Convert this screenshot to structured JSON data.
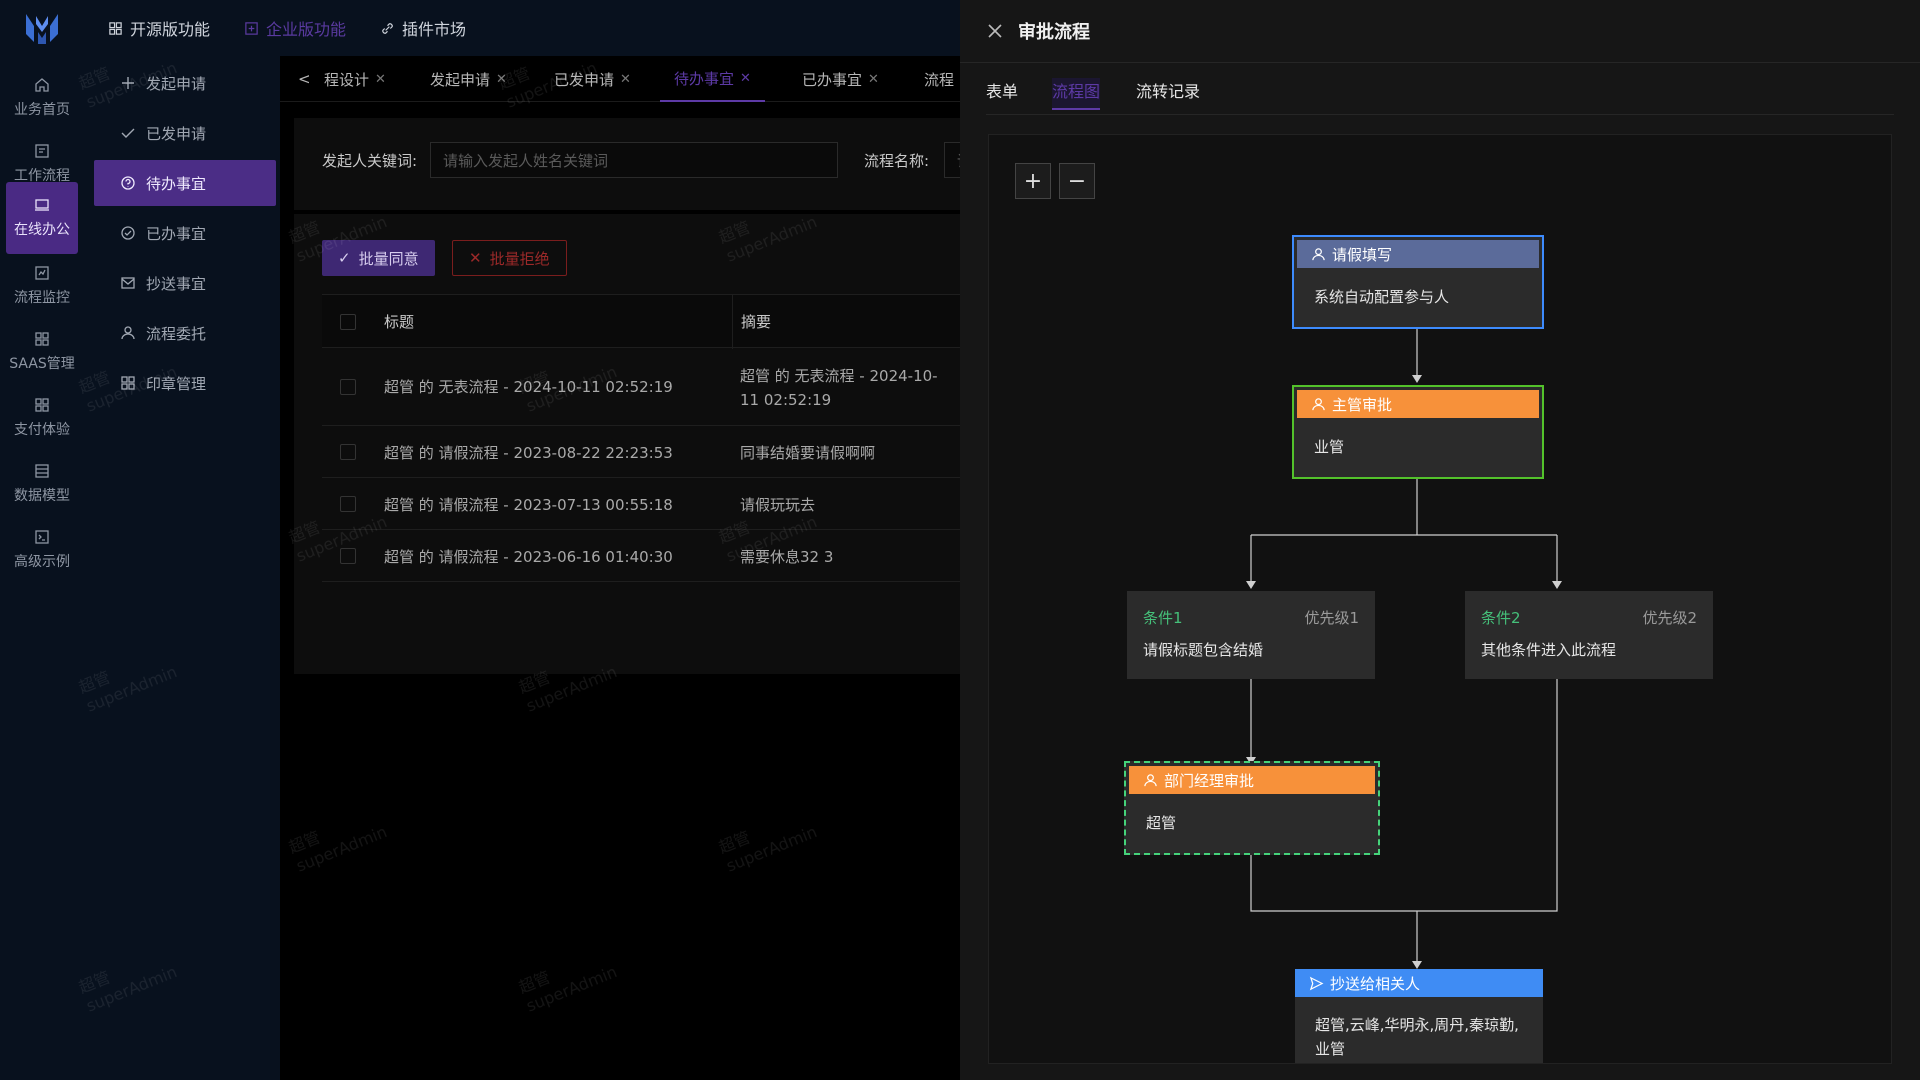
{
  "rail": [
    {
      "label": "业务首页",
      "icon": "home-icon"
    },
    {
      "label": "工作流程",
      "icon": "workflow-icon"
    },
    {
      "label": "在线办公",
      "icon": "office-icon",
      "active": true
    },
    {
      "label": "流程监控",
      "icon": "monitor-icon"
    },
    {
      "label": "SAAS管理",
      "icon": "grid-icon"
    },
    {
      "label": "支付体验",
      "icon": "grid-icon"
    },
    {
      "label": "数据模型",
      "icon": "data-icon"
    },
    {
      "label": "高级示例",
      "icon": "terminal-icon"
    }
  ],
  "submenu": [
    {
      "label": "发起申请",
      "icon": "plus-icon"
    },
    {
      "label": "已发申请",
      "icon": "check-icon"
    },
    {
      "label": "待办事宜",
      "icon": "question-icon",
      "active": true
    },
    {
      "label": "已办事宜",
      "icon": "check-circle-icon"
    },
    {
      "label": "抄送事宜",
      "icon": "mail-icon"
    },
    {
      "label": "流程委托",
      "icon": "user-icon"
    },
    {
      "label": "印章管理",
      "icon": "grid-icon"
    }
  ],
  "topbar": [
    {
      "label": "开源版功能",
      "icon": "grid-icon"
    },
    {
      "label": "企业版功能",
      "icon": "enterprise-icon",
      "active": true
    },
    {
      "label": "插件市场",
      "icon": "link-icon"
    }
  ],
  "tabs": [
    {
      "label": "程设计"
    },
    {
      "label": "发起申请"
    },
    {
      "label": "已发申请"
    },
    {
      "label": "待办事宜",
      "active": true
    },
    {
      "label": "已办事宜"
    },
    {
      "label": "流程"
    }
  ],
  "search": {
    "initiator_label": "发起人关键词:",
    "initiator_placeholder": "请输入发起人姓名关键词",
    "flow_label": "流程名称:",
    "flow_placeholder": "请"
  },
  "actions": {
    "approve": "批量同意",
    "reject": "批量拒绝"
  },
  "table": {
    "headers": [
      "标题",
      "摘要"
    ],
    "rows": [
      {
        "title": "超管 的 无表流程 - 2024-10-11 02:52:19",
        "summary": "超管 的 无表流程 - 2024-10-11 02:52:19"
      },
      {
        "title": "超管 的 请假流程 - 2023-08-22 22:23:53",
        "summary": "同事结婚要请假啊啊"
      },
      {
        "title": "超管 的 请假流程 - 2023-07-13 00:55:18",
        "summary": "请假玩玩去"
      },
      {
        "title": "超管 的 请假流程 - 2023-06-16 01:40:30",
        "summary": "需要休息32 3"
      }
    ]
  },
  "watermark": {
    "line1": "超管",
    "line2": "superAdmin"
  },
  "drawer": {
    "title": "审批流程",
    "tabs": [
      {
        "label": "表单"
      },
      {
        "label": "流程图",
        "active": true
      },
      {
        "label": "流转记录"
      }
    ]
  },
  "flow": {
    "zoom_in": "+",
    "zoom_out": "−",
    "start": {
      "title": "请假填写",
      "body": "系统自动配置参与人",
      "color": "#5b6b9a",
      "border": "#3d8bfd"
    },
    "manager": {
      "title": "主管审批",
      "body": "业管",
      "color": "#f7913a",
      "border": "#53c22b"
    },
    "cond1": {
      "title": "条件1",
      "priority": "优先级1",
      "body": "请假标题包含结婚"
    },
    "cond2": {
      "title": "条件2",
      "priority": "优先级2",
      "body": "其他条件进入此流程"
    },
    "dept": {
      "title": "部门经理审批",
      "body": "超管",
      "color": "#f7913a",
      "border": "#45d37a"
    },
    "cc": {
      "title": "抄送给相关人",
      "body_line1": "超管,云峰,华明永,周丹,秦琼勤,",
      "body_line2": "业管",
      "color": "#3f8cf4"
    }
  },
  "colors": {
    "accent": "#5d3aa6",
    "rail_bg": "#08111e",
    "danger": "#9c2929",
    "condition": "#45c07a"
  }
}
